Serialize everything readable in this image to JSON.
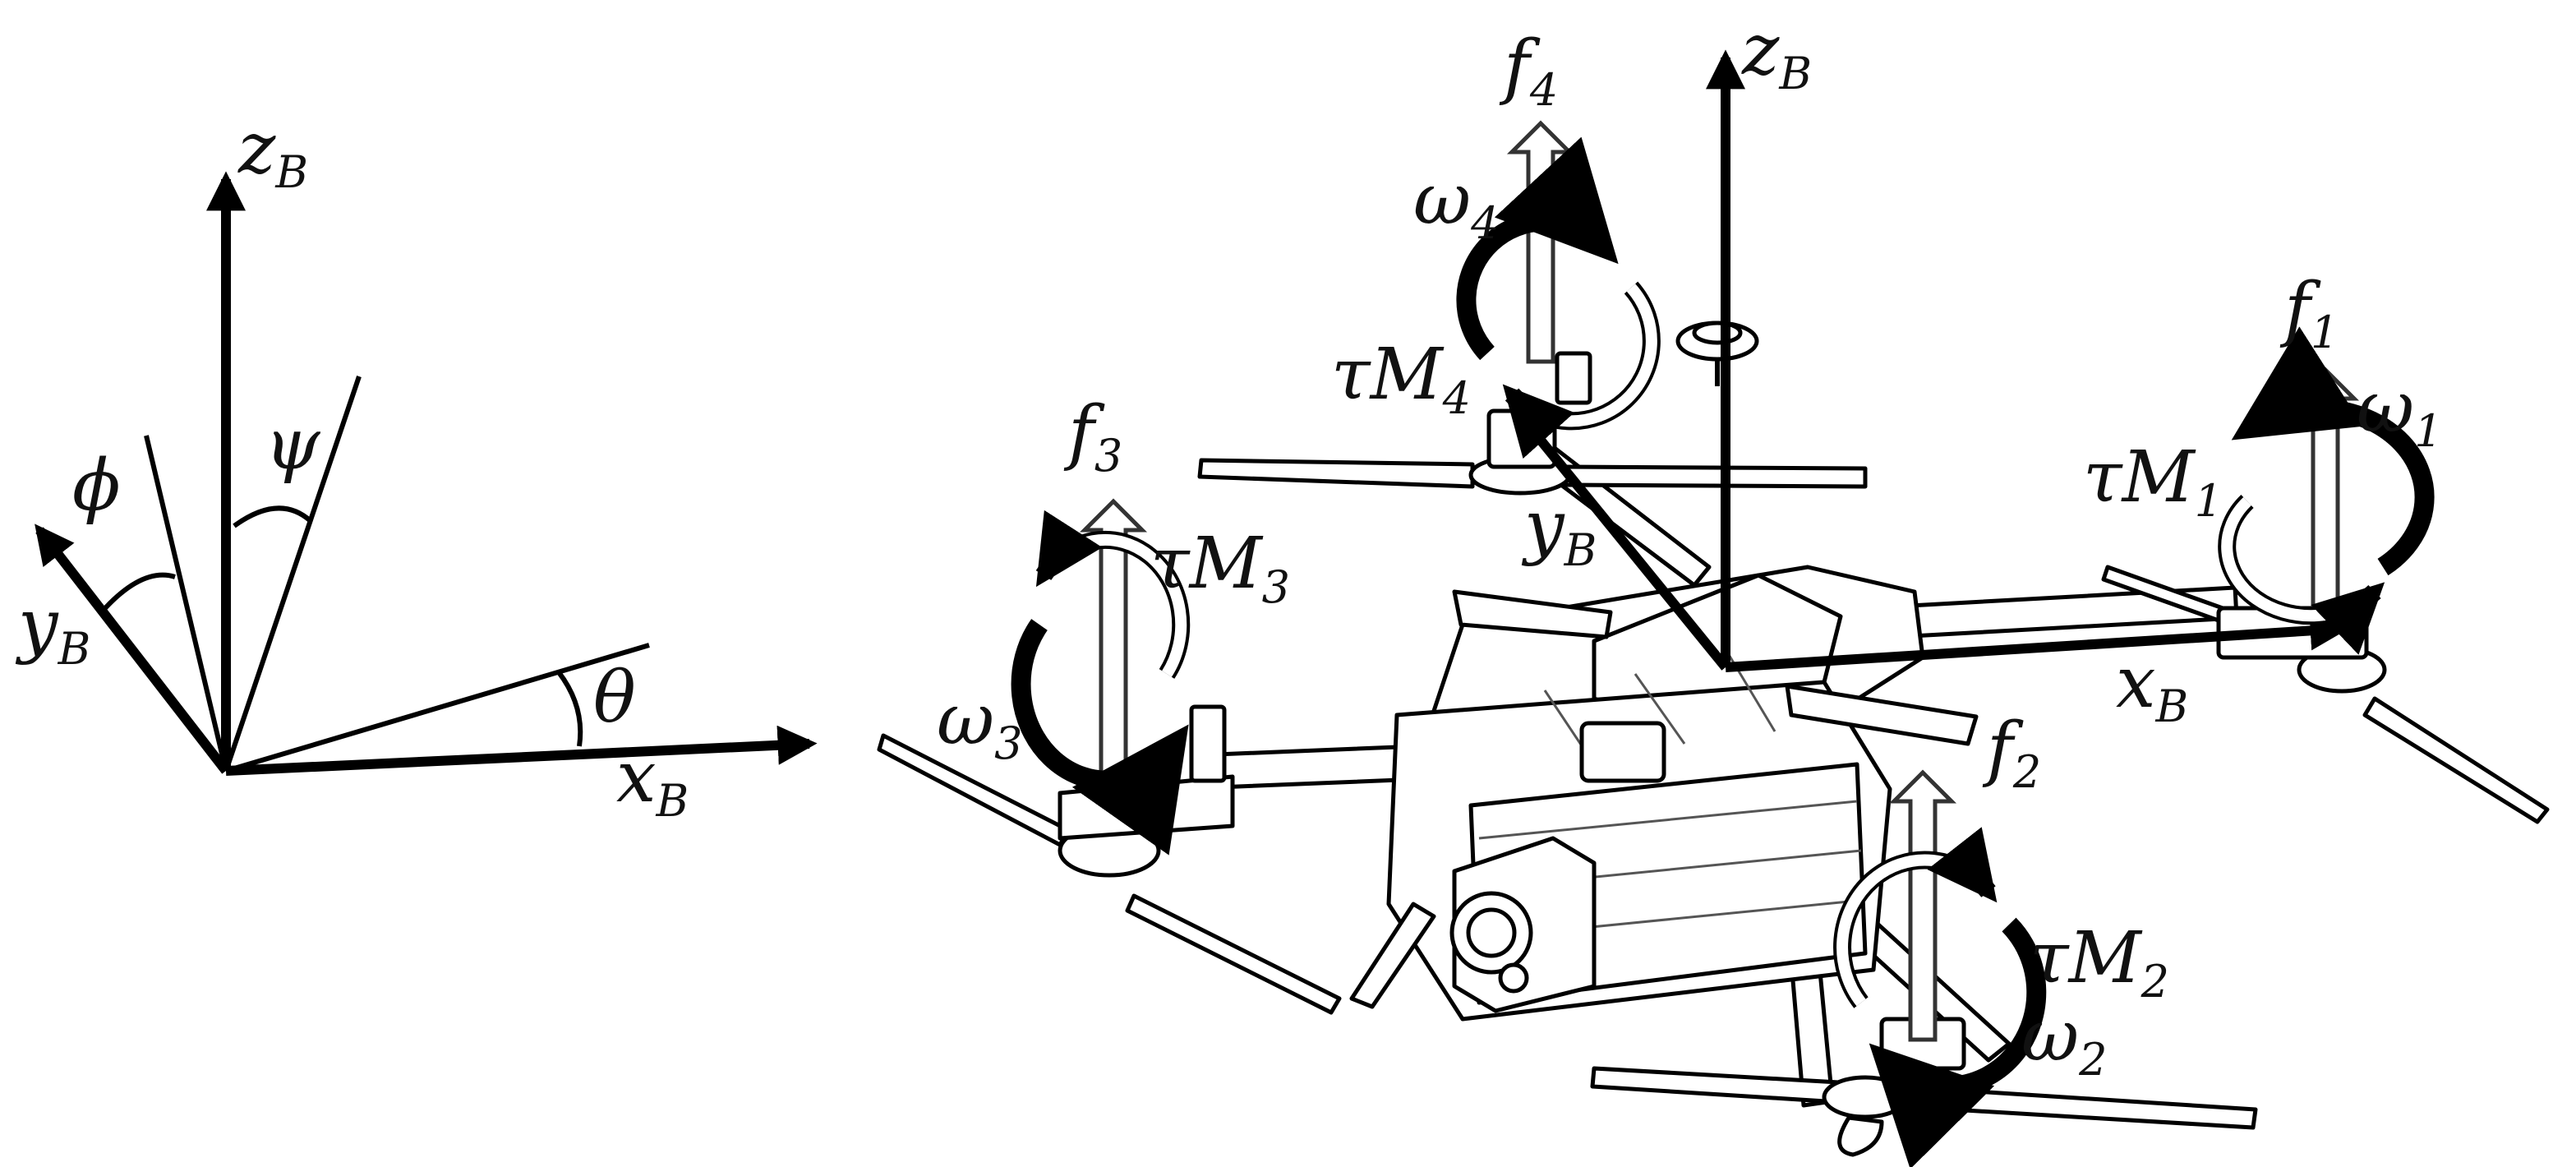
{
  "left_frame": {
    "z_label": {
      "main": "z",
      "sub": "B"
    },
    "y_label": {
      "main": "y",
      "sub": "B"
    },
    "x_label": {
      "main": "x",
      "sub": "B"
    },
    "phi": "ϕ",
    "psi": "ψ",
    "theta": "θ"
  },
  "drone_frame": {
    "z_label": {
      "main": "z",
      "sub": "B"
    },
    "y_label": {
      "main": "y",
      "sub": "B"
    },
    "x_label": {
      "main": "x",
      "sub": "B"
    }
  },
  "rotors": [
    {
      "f": {
        "main": "f",
        "sub": "1"
      },
      "omega": {
        "main": "ω",
        "sub": "1"
      },
      "tau": {
        "main": "τM",
        "sub": "1"
      }
    },
    {
      "f": {
        "main": "f",
        "sub": "2"
      },
      "omega": {
        "main": "ω",
        "sub": "2"
      },
      "tau": {
        "main": "τM",
        "sub": "2"
      }
    },
    {
      "f": {
        "main": "f",
        "sub": "3"
      },
      "omega": {
        "main": "ω",
        "sub": "3"
      },
      "tau": {
        "main": "τM",
        "sub": "3"
      }
    },
    {
      "f": {
        "main": "f",
        "sub": "4"
      },
      "omega": {
        "main": "ω",
        "sub": "4"
      },
      "tau": {
        "main": "τM",
        "sub": "4"
      }
    }
  ]
}
